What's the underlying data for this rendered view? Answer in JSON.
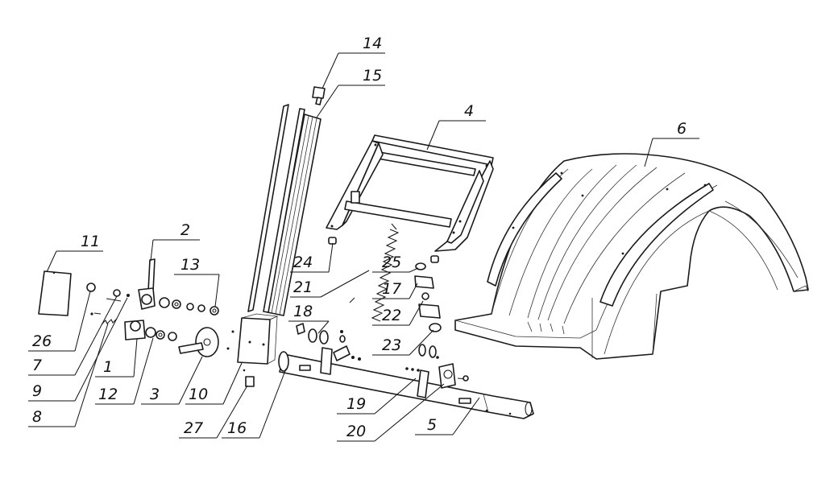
{
  "callouts": [
    {
      "id": "c1",
      "text": "1"
    },
    {
      "id": "c2",
      "text": "2"
    },
    {
      "id": "c3",
      "text": "3"
    },
    {
      "id": "c4",
      "text": "4"
    },
    {
      "id": "c5",
      "text": "5"
    },
    {
      "id": "c6",
      "text": "6"
    },
    {
      "id": "c7",
      "text": "7"
    },
    {
      "id": "c8",
      "text": "8"
    },
    {
      "id": "c9",
      "text": "9"
    },
    {
      "id": "c10",
      "text": "10"
    },
    {
      "id": "c11",
      "text": "11"
    },
    {
      "id": "c12",
      "text": "12"
    },
    {
      "id": "c13",
      "text": "13"
    },
    {
      "id": "c14",
      "text": "14"
    },
    {
      "id": "c15",
      "text": "15"
    },
    {
      "id": "c16",
      "text": "16"
    },
    {
      "id": "c17",
      "text": "17"
    },
    {
      "id": "c18",
      "text": "18"
    },
    {
      "id": "c19",
      "text": "19"
    },
    {
      "id": "c20",
      "text": "20"
    },
    {
      "id": "c21",
      "text": "21"
    },
    {
      "id": "c22",
      "text": "22"
    },
    {
      "id": "c23",
      "text": "23"
    },
    {
      "id": "c24",
      "text": "24"
    },
    {
      "id": "c25",
      "text": "25"
    },
    {
      "id": "c26",
      "text": "26"
    },
    {
      "id": "c27",
      "text": "27"
    }
  ],
  "colors": {
    "line": "#1a1a1a",
    "background": "#ffffff"
  }
}
